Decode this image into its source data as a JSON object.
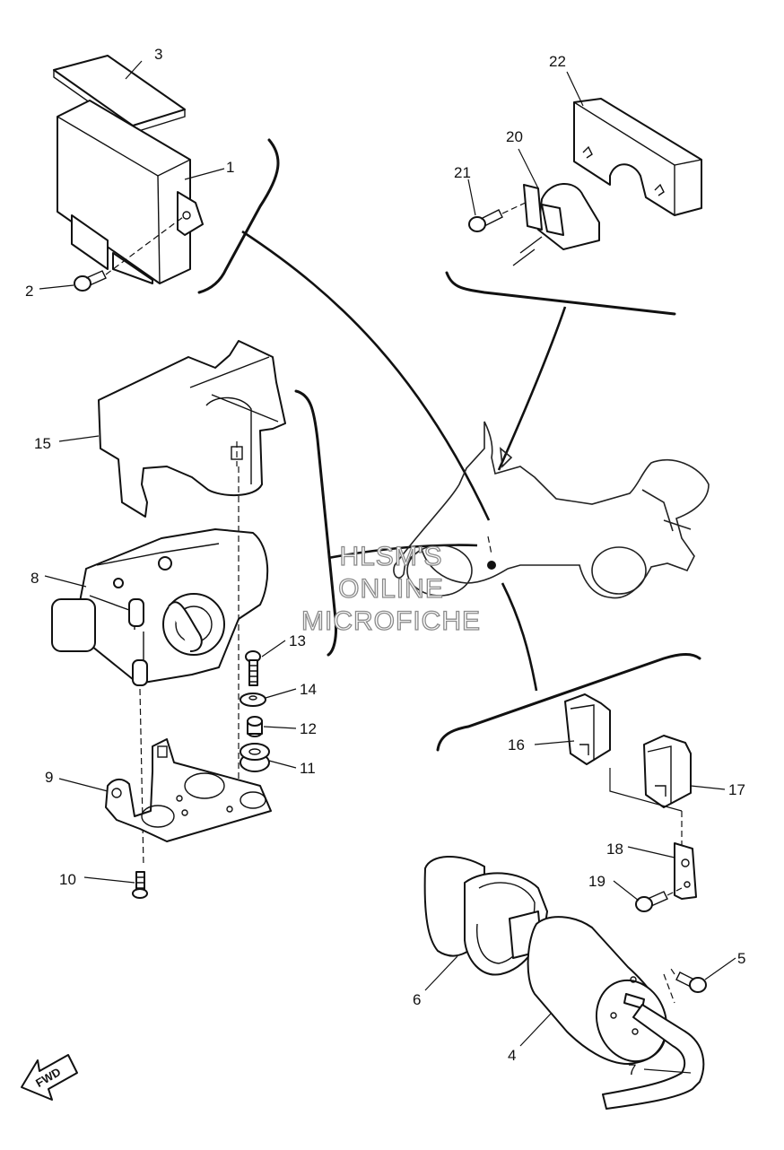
{
  "labels": {
    "p1": "1",
    "p2": "2",
    "p3": "3",
    "p4": "4",
    "p5": "5",
    "p6": "6",
    "p7": "7",
    "p8": "8",
    "p9": "9",
    "p10": "10",
    "p11": "11",
    "p12": "12",
    "p13": "13",
    "p14": "14",
    "p15": "15",
    "p16": "16",
    "p17": "17",
    "p18": "18",
    "p19": "19",
    "p20": "20",
    "p21": "21",
    "p22": "22"
  },
  "watermark": {
    "line1": "HLSM'S",
    "line2": "ONLINE",
    "line3": "MICROFICHE"
  },
  "fwd_arrow": "FWD"
}
